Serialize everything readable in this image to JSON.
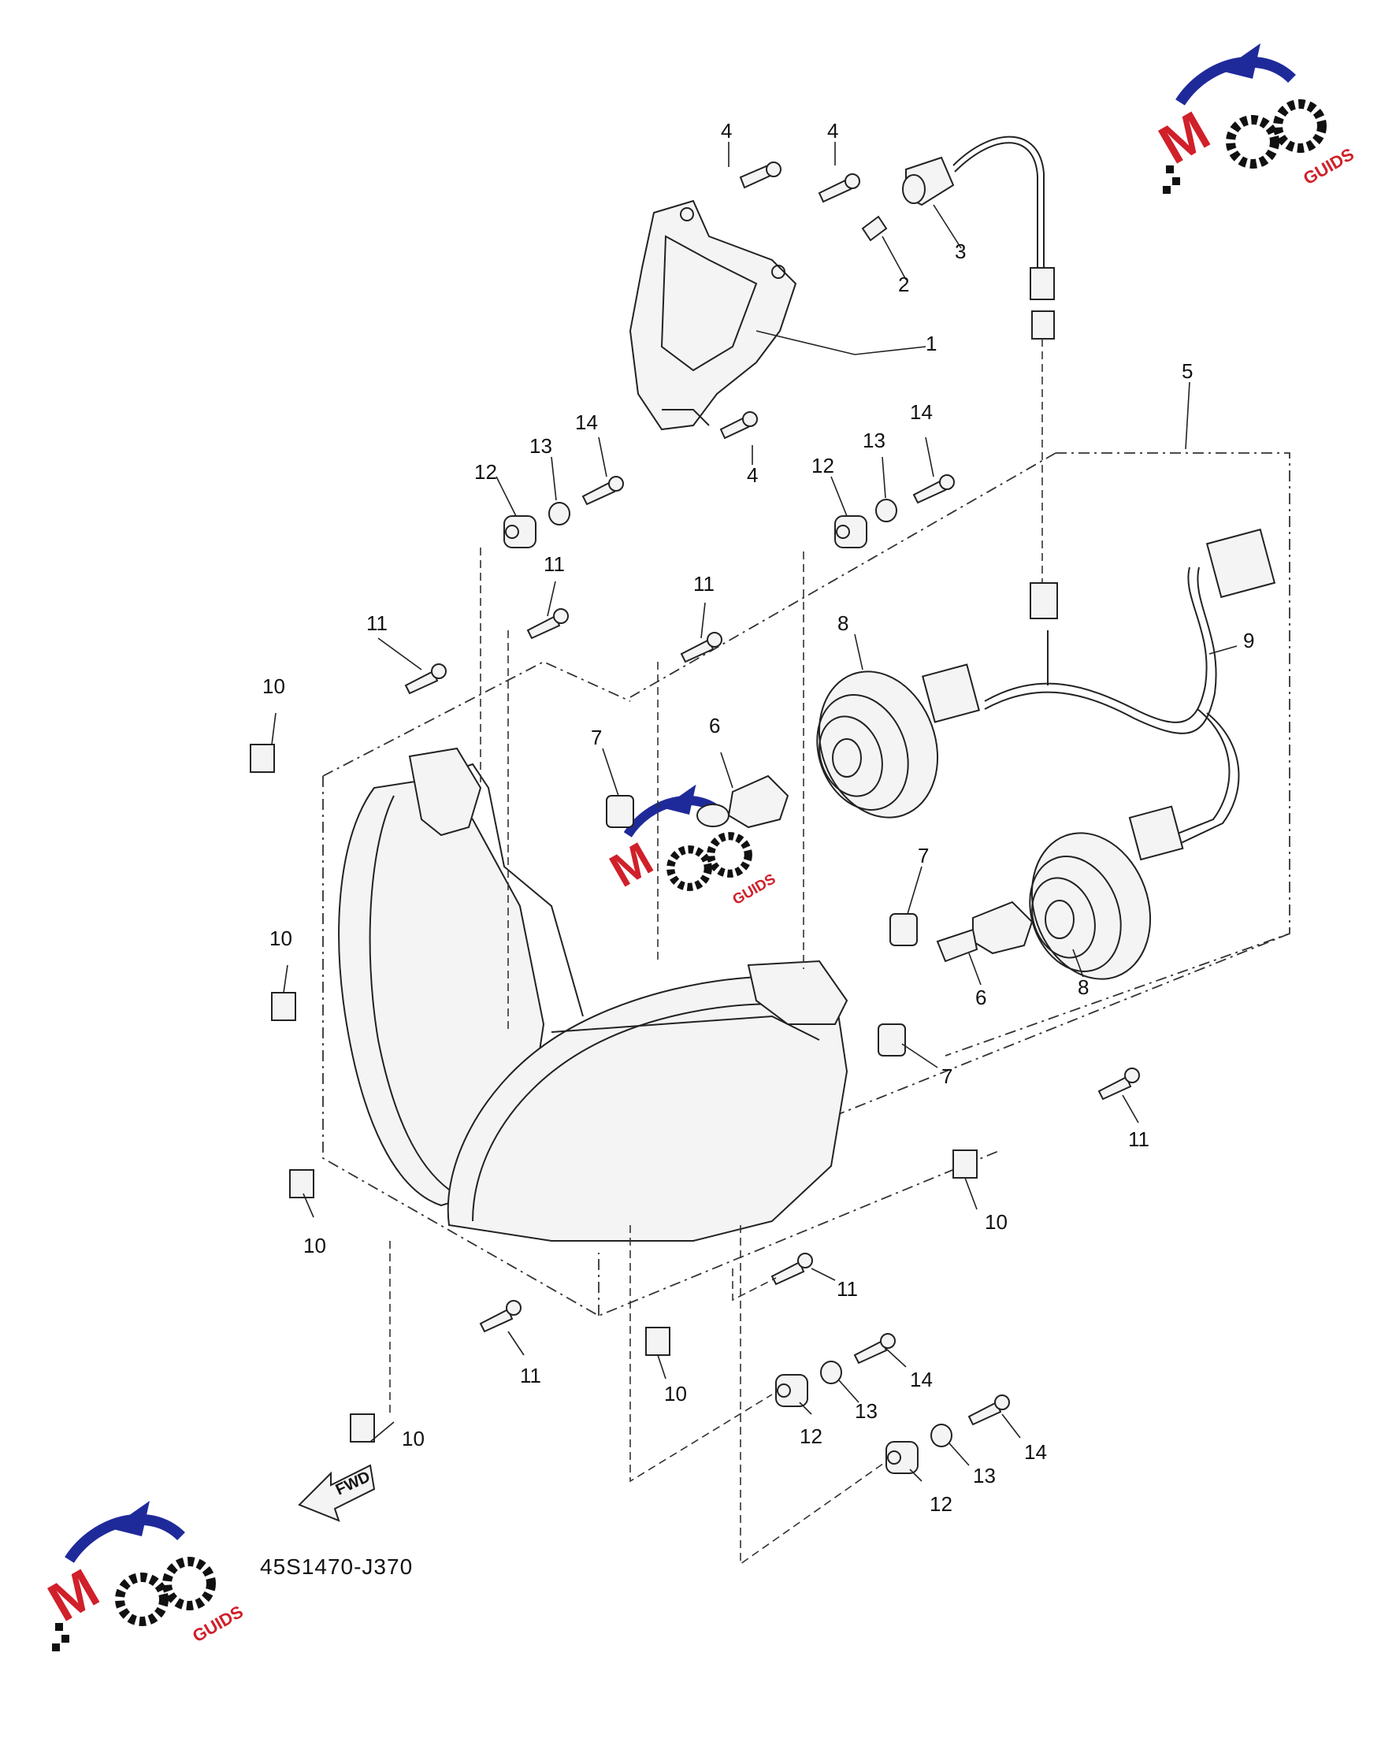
{
  "drawing_code": "45S1470-J370",
  "fwd_label": "FWD",
  "watermark": {
    "brand": "MOTO GUIDS",
    "accent_blue": "#1f2a9a",
    "accent_red": "#d0202a"
  },
  "callouts": [
    {
      "id": "c4a",
      "text": "4"
    },
    {
      "id": "c4b",
      "text": "4"
    },
    {
      "id": "c4c",
      "text": "4"
    },
    {
      "id": "c1",
      "text": "1"
    },
    {
      "id": "c2",
      "text": "2"
    },
    {
      "id": "c3",
      "text": "3"
    },
    {
      "id": "c5",
      "text": "5"
    },
    {
      "id": "c14a",
      "text": "14"
    },
    {
      "id": "c13a",
      "text": "13"
    },
    {
      "id": "c12a",
      "text": "12"
    },
    {
      "id": "c14b",
      "text": "14"
    },
    {
      "id": "c13b",
      "text": "13"
    },
    {
      "id": "c12b",
      "text": "12"
    },
    {
      "id": "c11a",
      "text": "11"
    },
    {
      "id": "c11b",
      "text": "11"
    },
    {
      "id": "c11c",
      "text": "11"
    },
    {
      "id": "c10a",
      "text": "10"
    },
    {
      "id": "c10b",
      "text": "10"
    },
    {
      "id": "c10c",
      "text": "10"
    },
    {
      "id": "c10d",
      "text": "10"
    },
    {
      "id": "c10e",
      "text": "10"
    },
    {
      "id": "c10f",
      "text": "10"
    },
    {
      "id": "c7a",
      "text": "7"
    },
    {
      "id": "c6a",
      "text": "6"
    },
    {
      "id": "c8a",
      "text": "8"
    },
    {
      "id": "c9",
      "text": "9"
    },
    {
      "id": "c7b",
      "text": "7"
    },
    {
      "id": "c8b",
      "text": "8"
    },
    {
      "id": "c6b",
      "text": "6"
    },
    {
      "id": "c7c",
      "text": "7"
    },
    {
      "id": "c11d",
      "text": "11"
    },
    {
      "id": "c11e",
      "text": "11"
    },
    {
      "id": "c11f",
      "text": "11"
    },
    {
      "id": "c14c",
      "text": "14"
    },
    {
      "id": "c13c",
      "text": "13"
    },
    {
      "id": "c12c",
      "text": "12"
    },
    {
      "id": "c14d",
      "text": "14"
    },
    {
      "id": "c13d",
      "text": "13"
    },
    {
      "id": "c12d",
      "text": "12"
    }
  ]
}
